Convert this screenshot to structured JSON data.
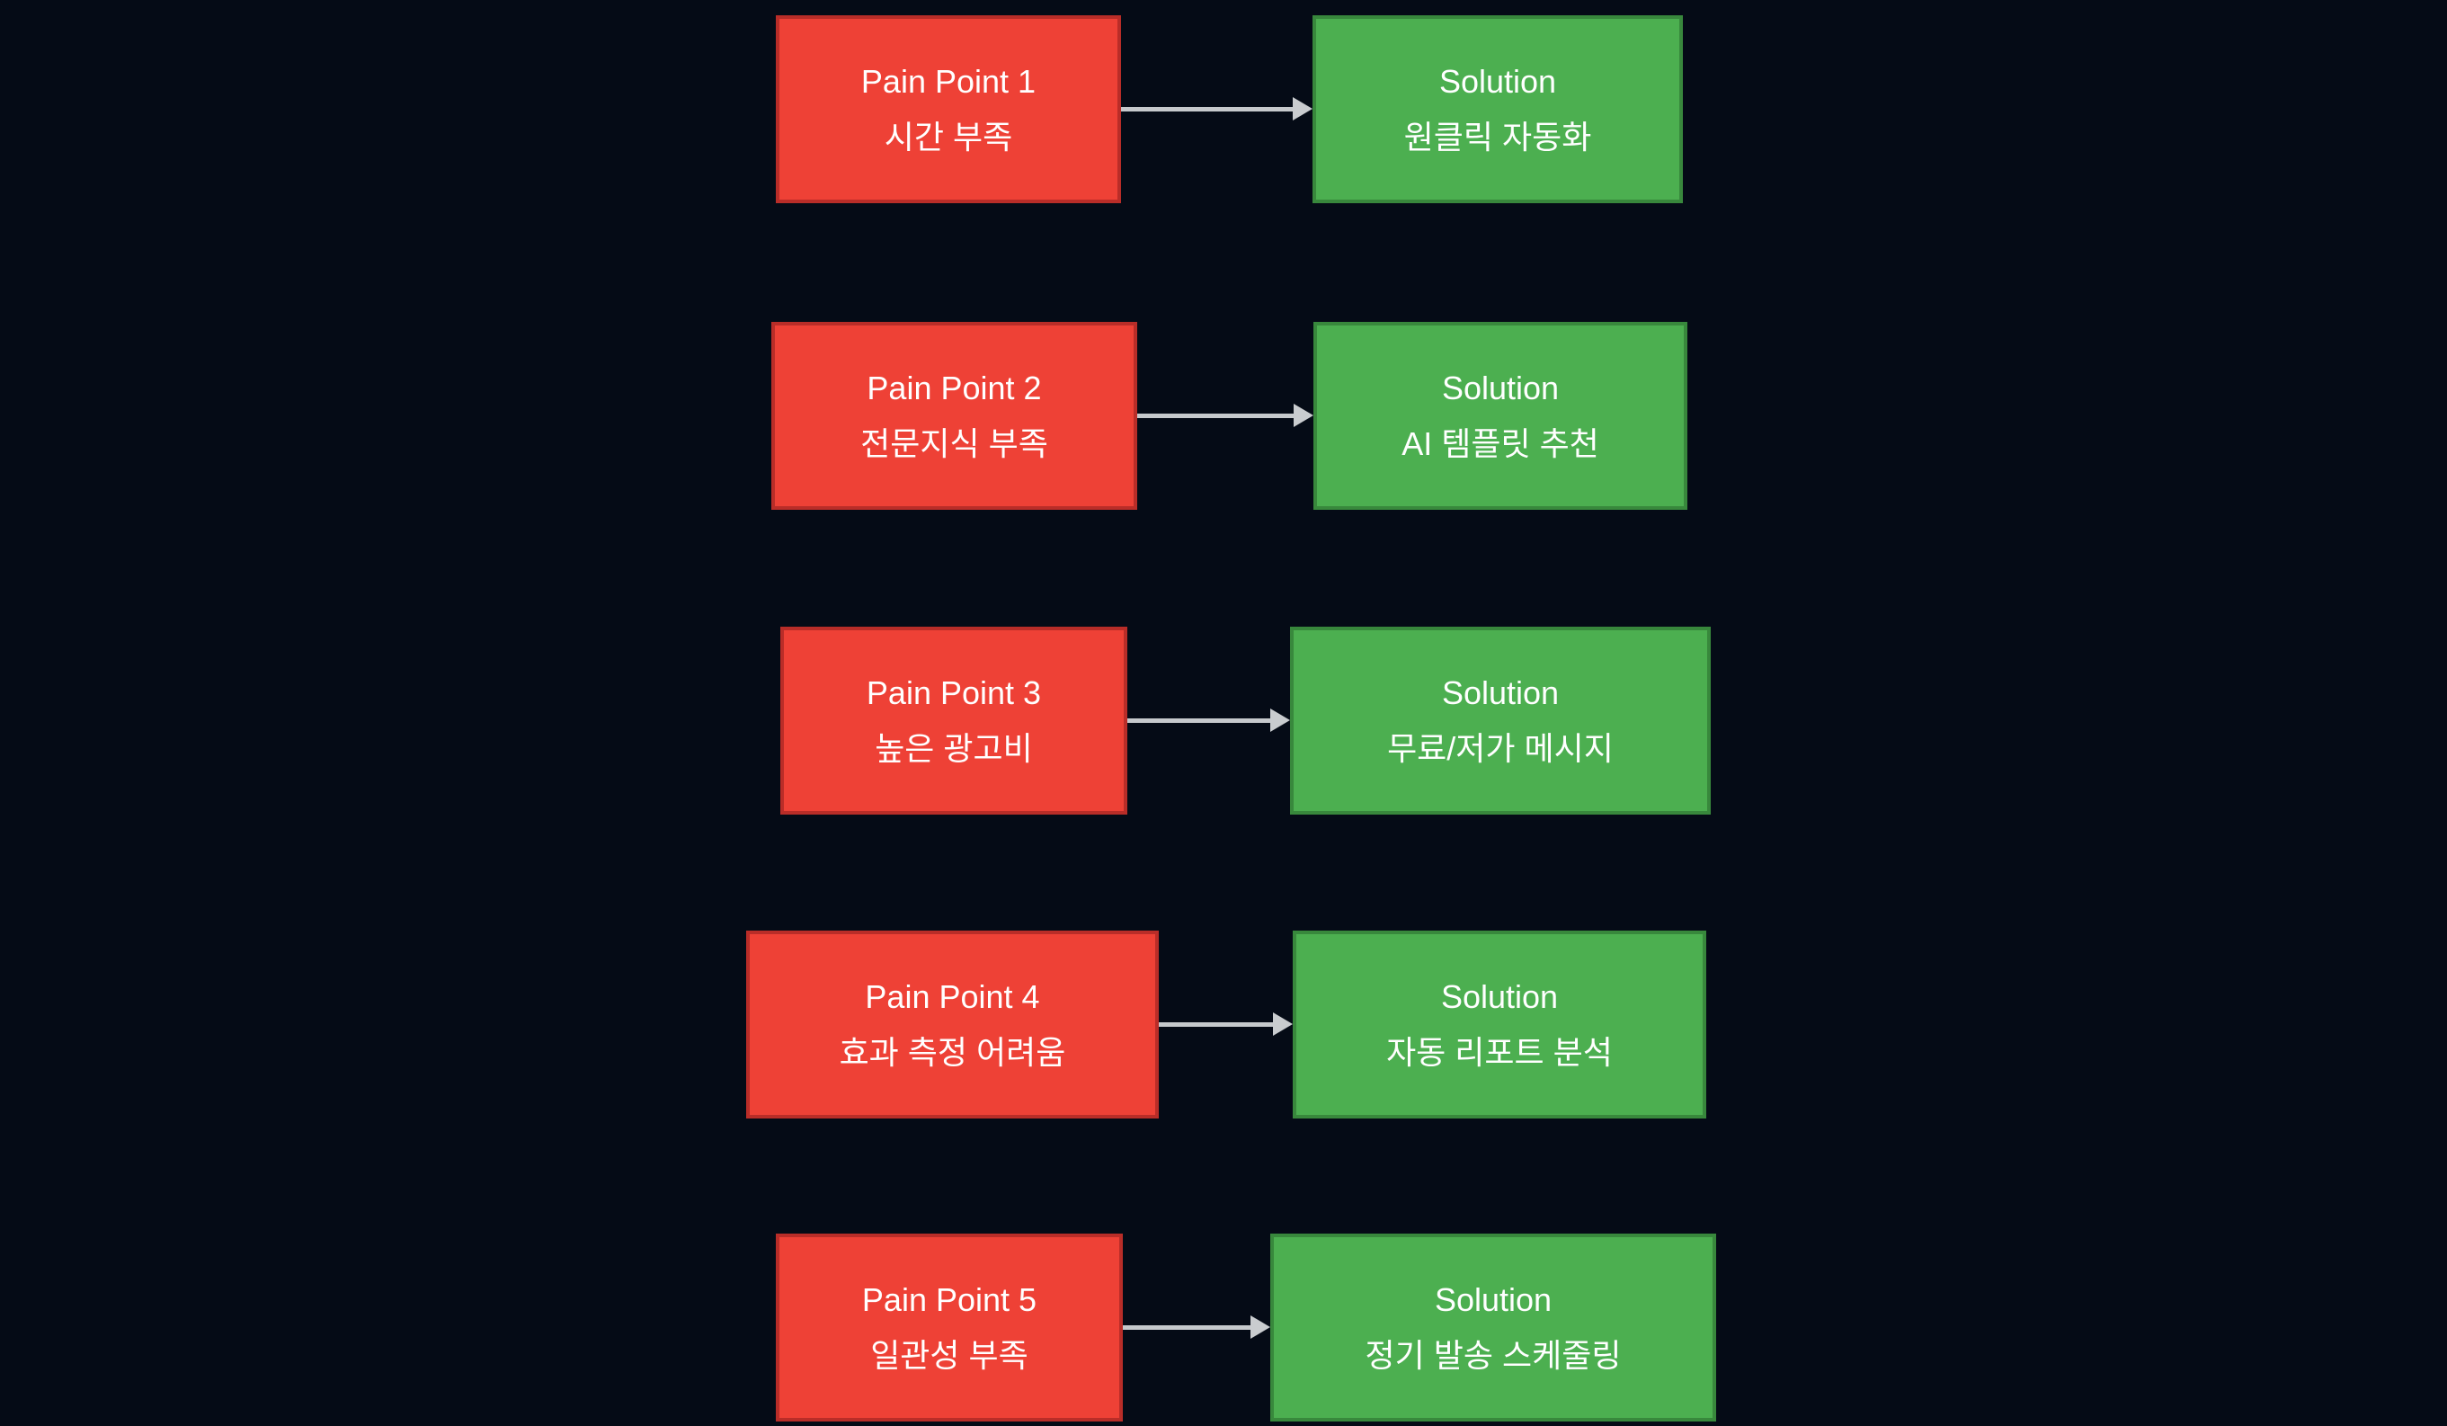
{
  "diagram": {
    "type": "flowchart",
    "background_color": "#050b16",
    "pain_box_color": "#ee4136",
    "pain_box_border_color": "#b92d28",
    "solution_box_color": "#4caf50",
    "solution_box_border_color": "#38883c",
    "arrow_color": "#c6c9cc",
    "text_color": "#ffffff",
    "rows": [
      {
        "pain_title": "Pain Point 1",
        "pain_desc": "시간 부족",
        "solution_title": "Solution",
        "solution_desc": "원클릭 자동화"
      },
      {
        "pain_title": "Pain Point 2",
        "pain_desc": "전문지식 부족",
        "solution_title": "Solution",
        "solution_desc": "AI 템플릿 추천"
      },
      {
        "pain_title": "Pain Point 3",
        "pain_desc": "높은 광고비",
        "solution_title": "Solution",
        "solution_desc": "무료/저가 메시지"
      },
      {
        "pain_title": "Pain Point 4",
        "pain_desc": "효과 측정 어려움",
        "solution_title": "Solution",
        "solution_desc": "자동 리포트 분석"
      },
      {
        "pain_title": "Pain Point 5",
        "pain_desc": "일관성 부족",
        "solution_title": "Solution",
        "solution_desc": "정기 발송 스케줄링"
      }
    ]
  }
}
